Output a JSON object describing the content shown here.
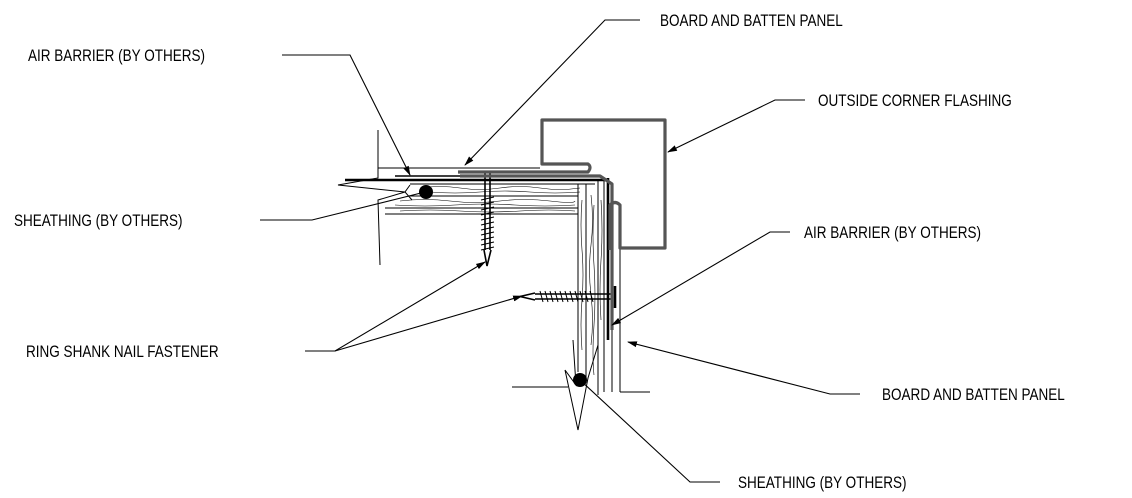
{
  "labels": {
    "board_batten_top": "BOARD AND BATTEN PANEL",
    "air_barrier_left": "AIR BARRIER (BY OTHERS)",
    "outside_corner_flashing": "OUTSIDE CORNER FLASHING",
    "sheathing_left": "SHEATHING (BY OTHERS)",
    "air_barrier_right": "AIR BARRIER (BY OTHERS)",
    "ring_shank_nail": "RING SHANK NAIL FASTENER",
    "board_batten_right": "BOARD AND BATTEN PANEL",
    "sheathing_bottom": "SHEATHING (BY OTHERS)"
  },
  "colors": {
    "line": "#000000",
    "flashing": "#555555",
    "background": "#ffffff"
  }
}
